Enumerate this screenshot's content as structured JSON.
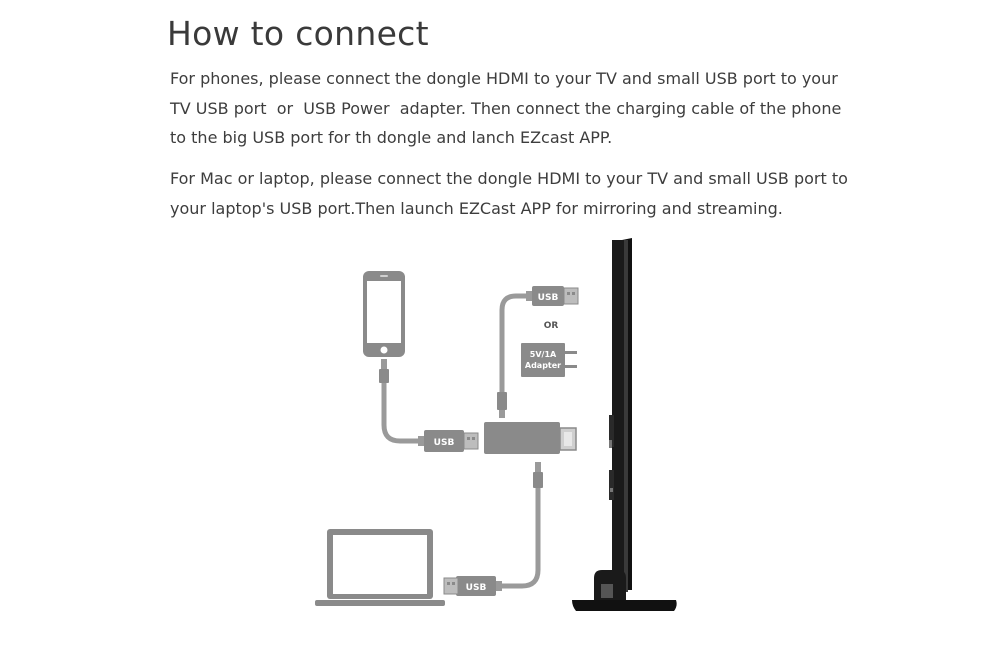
{
  "heading": "How to connect",
  "paragraphs": {
    "phones_line1": "For phones, please connect the dongle HDMI to your TV and small USB port to your",
    "phones_line2": "TV USB port  or  USB Power  adapter. Then connect the charging cable of the phone",
    "phones_line3": "to the big USB port for th dongle and lanch EZcast APP.",
    "mac_line1": "For Mac or laptop, please connect the dongle HDMI to your TV and small USB port to",
    "mac_line2": "your laptop's USB port.Then launch EZCast APP for mirroring and streaming."
  },
  "diagram": {
    "usb_top_label": "USB",
    "or_label": "OR",
    "adapter_line1": "5V/1A",
    "adapter_line2": "Adapter",
    "usb_phone_label": "USB",
    "usb_laptop_label": "USB"
  },
  "colors": {
    "device_gray": "#8a8a8a",
    "cable_gray": "#9a9a9a",
    "tv_black": "#111111",
    "text": "#3d3d3d"
  }
}
